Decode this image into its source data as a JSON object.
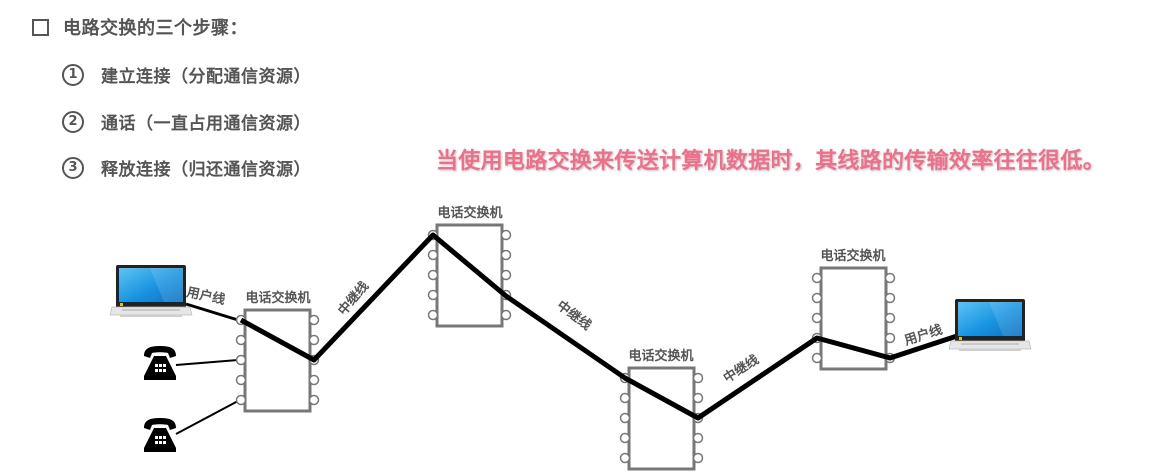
{
  "heading": {
    "title": "电路交换的三个步骤："
  },
  "steps": [
    {
      "num": "1",
      "text": "建立连接（分配通信资源）"
    },
    {
      "num": "2",
      "text": "通话（一直占用通信资源）"
    },
    {
      "num": "3",
      "text": "释放连接（归还通信资源）"
    }
  ],
  "note": {
    "text": "当使用电路交换来传送计算机数据时，其线路的传输效率往往很低。",
    "color": "#ee6f8a"
  },
  "diagram": {
    "switches": [
      {
        "label": "电话交换机"
      },
      {
        "label": "电话交换机"
      },
      {
        "label": "电话交换机"
      },
      {
        "label": "电话交换机"
      }
    ],
    "links": {
      "user_line_left": "用户线",
      "trunk_1": "中继线",
      "trunk_2": "中继线",
      "trunk_3": "中继线",
      "user_line_right": "用户线"
    },
    "endpoints": [
      {
        "type": "laptop-icon"
      },
      {
        "type": "telephone-icon"
      },
      {
        "type": "telephone-icon"
      },
      {
        "type": "laptop-icon"
      }
    ]
  }
}
